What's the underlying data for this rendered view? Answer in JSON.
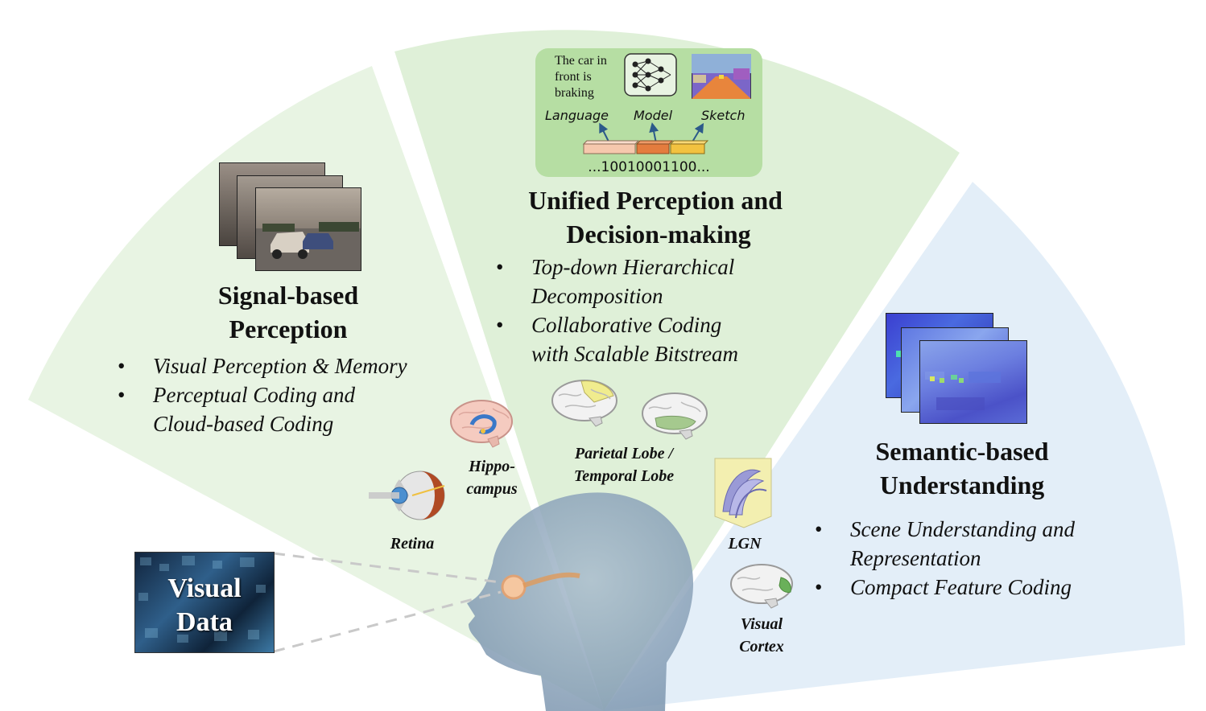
{
  "colors": {
    "green_sector": "#e6f3e1",
    "green_sector_mid": "#dcefd5",
    "blue_sector": "#e3eef8",
    "panel_green": "#b7dea5",
    "token_1": "#f6c7ac",
    "token_2": "#e47c3e",
    "token_3": "#f2c240",
    "head": "#7f9bb6"
  },
  "left": {
    "title_line1": "Signal-based",
    "title_line2": "Perception",
    "bullet_1": "Visual Perception & Memory",
    "bullet_2_line1": "Perceptual Coding and",
    "bullet_2_line2": "Cloud-based Coding"
  },
  "middle": {
    "panel": {
      "sentence_line1": "The car in",
      "sentence_line2": "front is",
      "sentence_line3": "braking",
      "label_language": "Language",
      "label_model": "Model",
      "label_sketch": "Sketch",
      "bitstream": "...10010001100..."
    },
    "title_line1": "Unified Perception and",
    "title_line2": "Decision-making",
    "bullet_1_line1": "Top-down Hierarchical",
    "bullet_1_line2": "Decomposition",
    "bullet_2_line1": "Collaborative Coding",
    "bullet_2_line2": "with Scalable Bitstream"
  },
  "right": {
    "title_line1": "Semantic-based",
    "title_line2": "Understanding",
    "bullet_1_line1": "Scene Understanding and",
    "bullet_1_line2": "Representation",
    "bullet_2": "Compact Feature Coding"
  },
  "organs": {
    "retina": "Retina",
    "hippocampus_line1": "Hippo-",
    "hippocampus_line2": "campus",
    "parietal_line1": "Parietal Lobe /",
    "parietal_line2": "Temporal Lobe",
    "lgn": "LGN",
    "visual_cortex_line1": "Visual",
    "visual_cortex_line2": "Cortex"
  },
  "visual_data": {
    "line1": "Visual",
    "line2": "Data"
  },
  "bullet_symbol": "•"
}
